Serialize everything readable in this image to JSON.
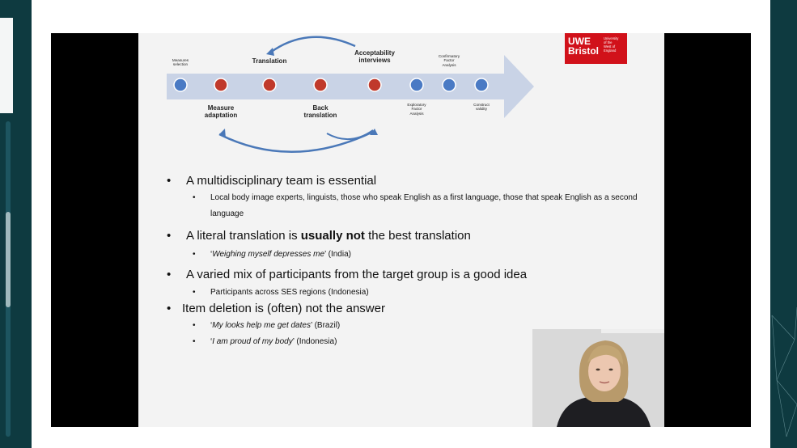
{
  "diagram": {
    "labels_top": {
      "measures_selection": "Measures\nselection",
      "translation": "Translation",
      "acceptability_interviews": "Acceptability\ninterviews",
      "confirmatory_factor_analysis": "Confirmatory\nFactor\nAnalysis"
    },
    "labels_bottom": {
      "measure_adaptation": "Measure\nadaptation",
      "back_translation": "Back\ntranslation",
      "exploratory_factor_analysis": "Exploratory\nFactor\nAnalysis",
      "construct_validity": "Construct\nvalidity"
    },
    "colors": {
      "blue_node": "#4a7ac4",
      "red_node": "#c0392b",
      "arrow": "#c9d3e6",
      "curve": "#4a78b8"
    }
  },
  "logo": {
    "word": "UWE\nBristol",
    "small": "University\nof the\nWest of\nEngland",
    "color": "#d1111a"
  },
  "bullets": [
    {
      "text": "A multidisciplinary team is essential"
    },
    {
      "sub": "Local body image experts, linguists, those who speak English as a first language, those that speak English as a second language"
    },
    {
      "pre": "A literal translation is ",
      "bold": "usually not",
      "post": " the best translation"
    },
    {
      "sub_pre": "‘",
      "sub_it": "Weighing myself depresses me",
      "sub_post": "’ (India)"
    },
    {
      "text": "A varied mix of participants from the target group is a good idea"
    },
    {
      "sub": "Participants across SES regions (Indonesia)"
    },
    {
      "text": "Item deletion is (often) not the answer"
    },
    {
      "sub_pre": "‘",
      "sub_it": "My looks help me get dates",
      "sub_post": "’ (Brazil)"
    },
    {
      "sub_pre": "‘",
      "sub_it": "I am proud of my body",
      "sub_post": "’ (Indonesia)"
    }
  ],
  "bullet_glyph": "•"
}
